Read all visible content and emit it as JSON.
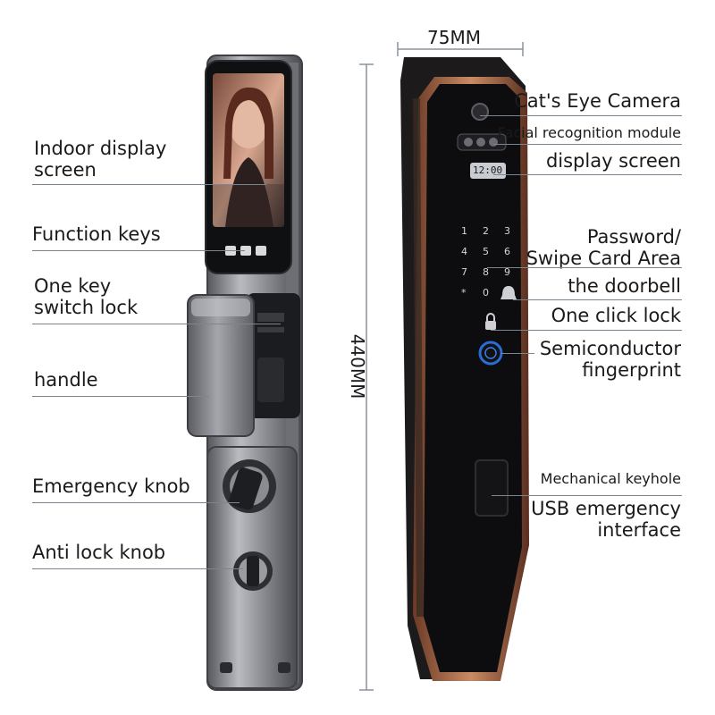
{
  "dimensions": {
    "width_label": "75MM",
    "height_label": "440MM"
  },
  "left_labels": {
    "indoor_display": "Indoor display\nscreen",
    "function_keys": "Function keys",
    "one_key_switch": "One key\nswitch lock",
    "handle": "handle",
    "emergency_knob": "Emergency knob",
    "anti_lock_knob": "Anti lock knob"
  },
  "right_labels": {
    "cats_eye": "Cat's Eye Camera",
    "facial_module": "Facial recognition module",
    "display_screen": "display screen",
    "password_area": "Password/\nSwipe Card Area",
    "doorbell": "the doorbell",
    "one_click_lock": "One click lock",
    "fingerprint": "Semiconductor\nfingerprint",
    "keyhole": "Mechanical keyhole",
    "usb": "USB emergency\ninterface"
  },
  "front_screen_time": "12:00",
  "keypad_keys": [
    "1",
    "2",
    "3",
    "4",
    "5",
    "6",
    "7",
    "8",
    "9",
    "*",
    "0",
    ""
  ],
  "colors": {
    "accent_copper": "#c07a55",
    "panel_black": "#0d0d10",
    "metal": "#8a8c92",
    "fingerprint_blue": "#2a6cd6"
  }
}
